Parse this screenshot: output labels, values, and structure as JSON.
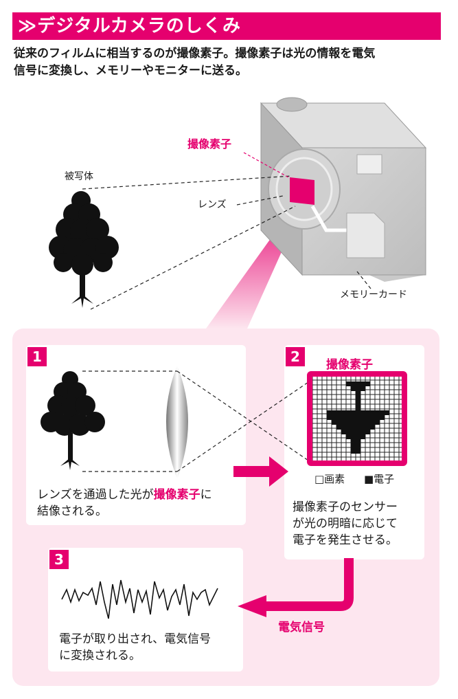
{
  "header": {
    "title": "≫デジタルカメラのしくみ",
    "intro_line1": "従来のフィルムに相当するのが撮像素子。撮像素子は光の情報を電気",
    "intro_line2": "信号に変換し、メモリーやモニターに送る。"
  },
  "top_diagram": {
    "subject_label": "被写体",
    "sensor_label": "撮像素子",
    "lens_label": "レンズ",
    "memory_card_label": "メモリーカード"
  },
  "step1": {
    "number": "1",
    "caption_pre": "レンズを通過した光が",
    "caption_highlight": "撮像素子",
    "caption_post": "に",
    "caption_line2": "結像される。"
  },
  "step2": {
    "number": "2",
    "title": "撮像素子",
    "legend_pixel": "□画素",
    "legend_electron": "■電子",
    "caption_line1": "撮像素子のセンサー",
    "caption_line2": "が光の明暗に応じて",
    "caption_line3": "電子を発生させる。"
  },
  "step3": {
    "number": "3",
    "signal_label": "電気信号",
    "caption_line1": "電子が取り出され、電気信号",
    "caption_line2": "に変換される。"
  },
  "colors": {
    "accent": "#e5006e",
    "panel": "#fde6ef"
  }
}
